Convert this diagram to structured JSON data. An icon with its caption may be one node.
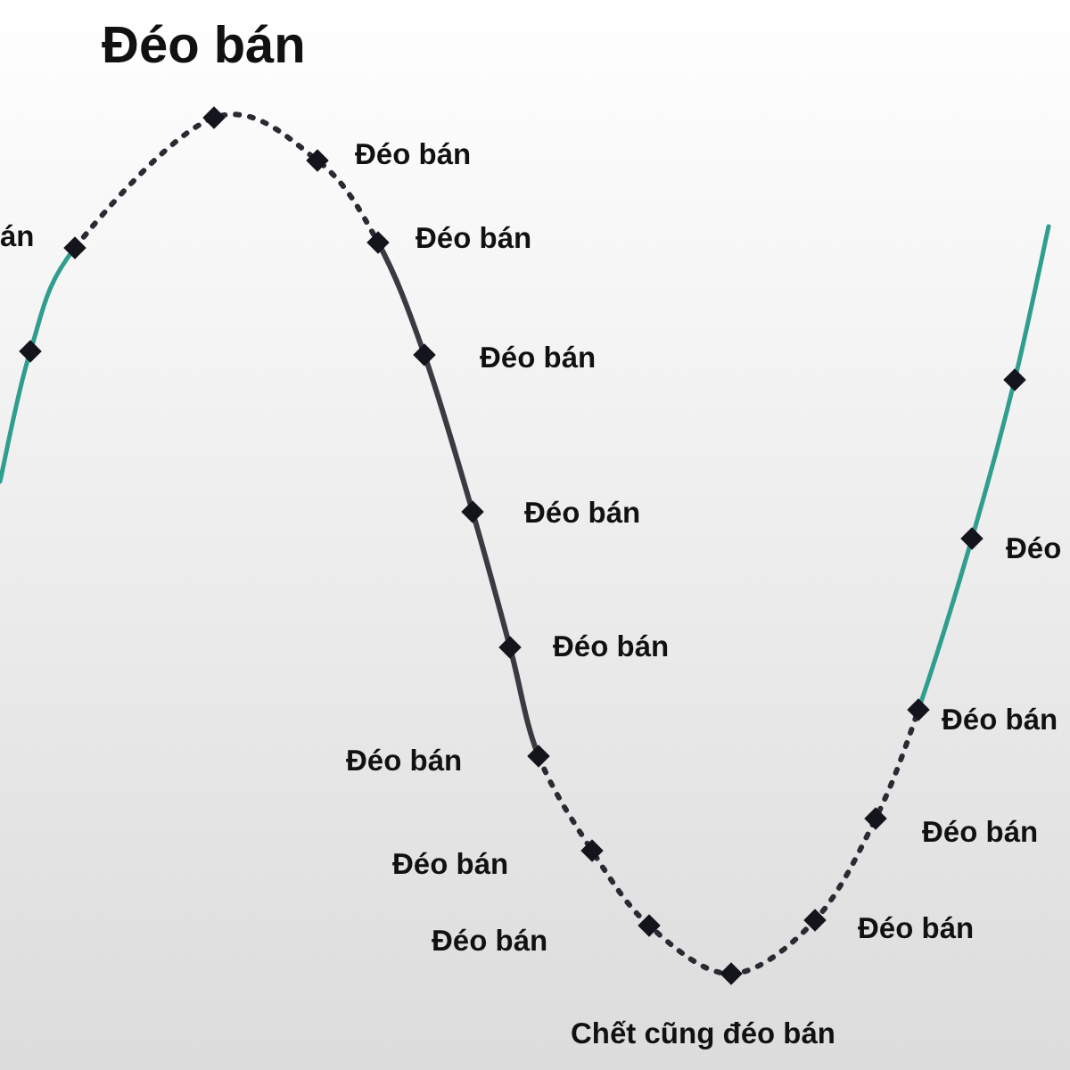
{
  "diagram": {
    "title": "Đéo bán",
    "labels": [
      "Đéo bán",
      "án",
      "Đéo bán",
      "Đéo bán",
      "Đéo bán",
      "Đéo bán",
      "Đéo",
      "Đéo bán",
      "Đéo bán",
      "Đéo bán",
      "Đéo bán",
      "Đéo bán",
      "Đéo bán",
      "Chết cũng đéo bán"
    ]
  }
}
